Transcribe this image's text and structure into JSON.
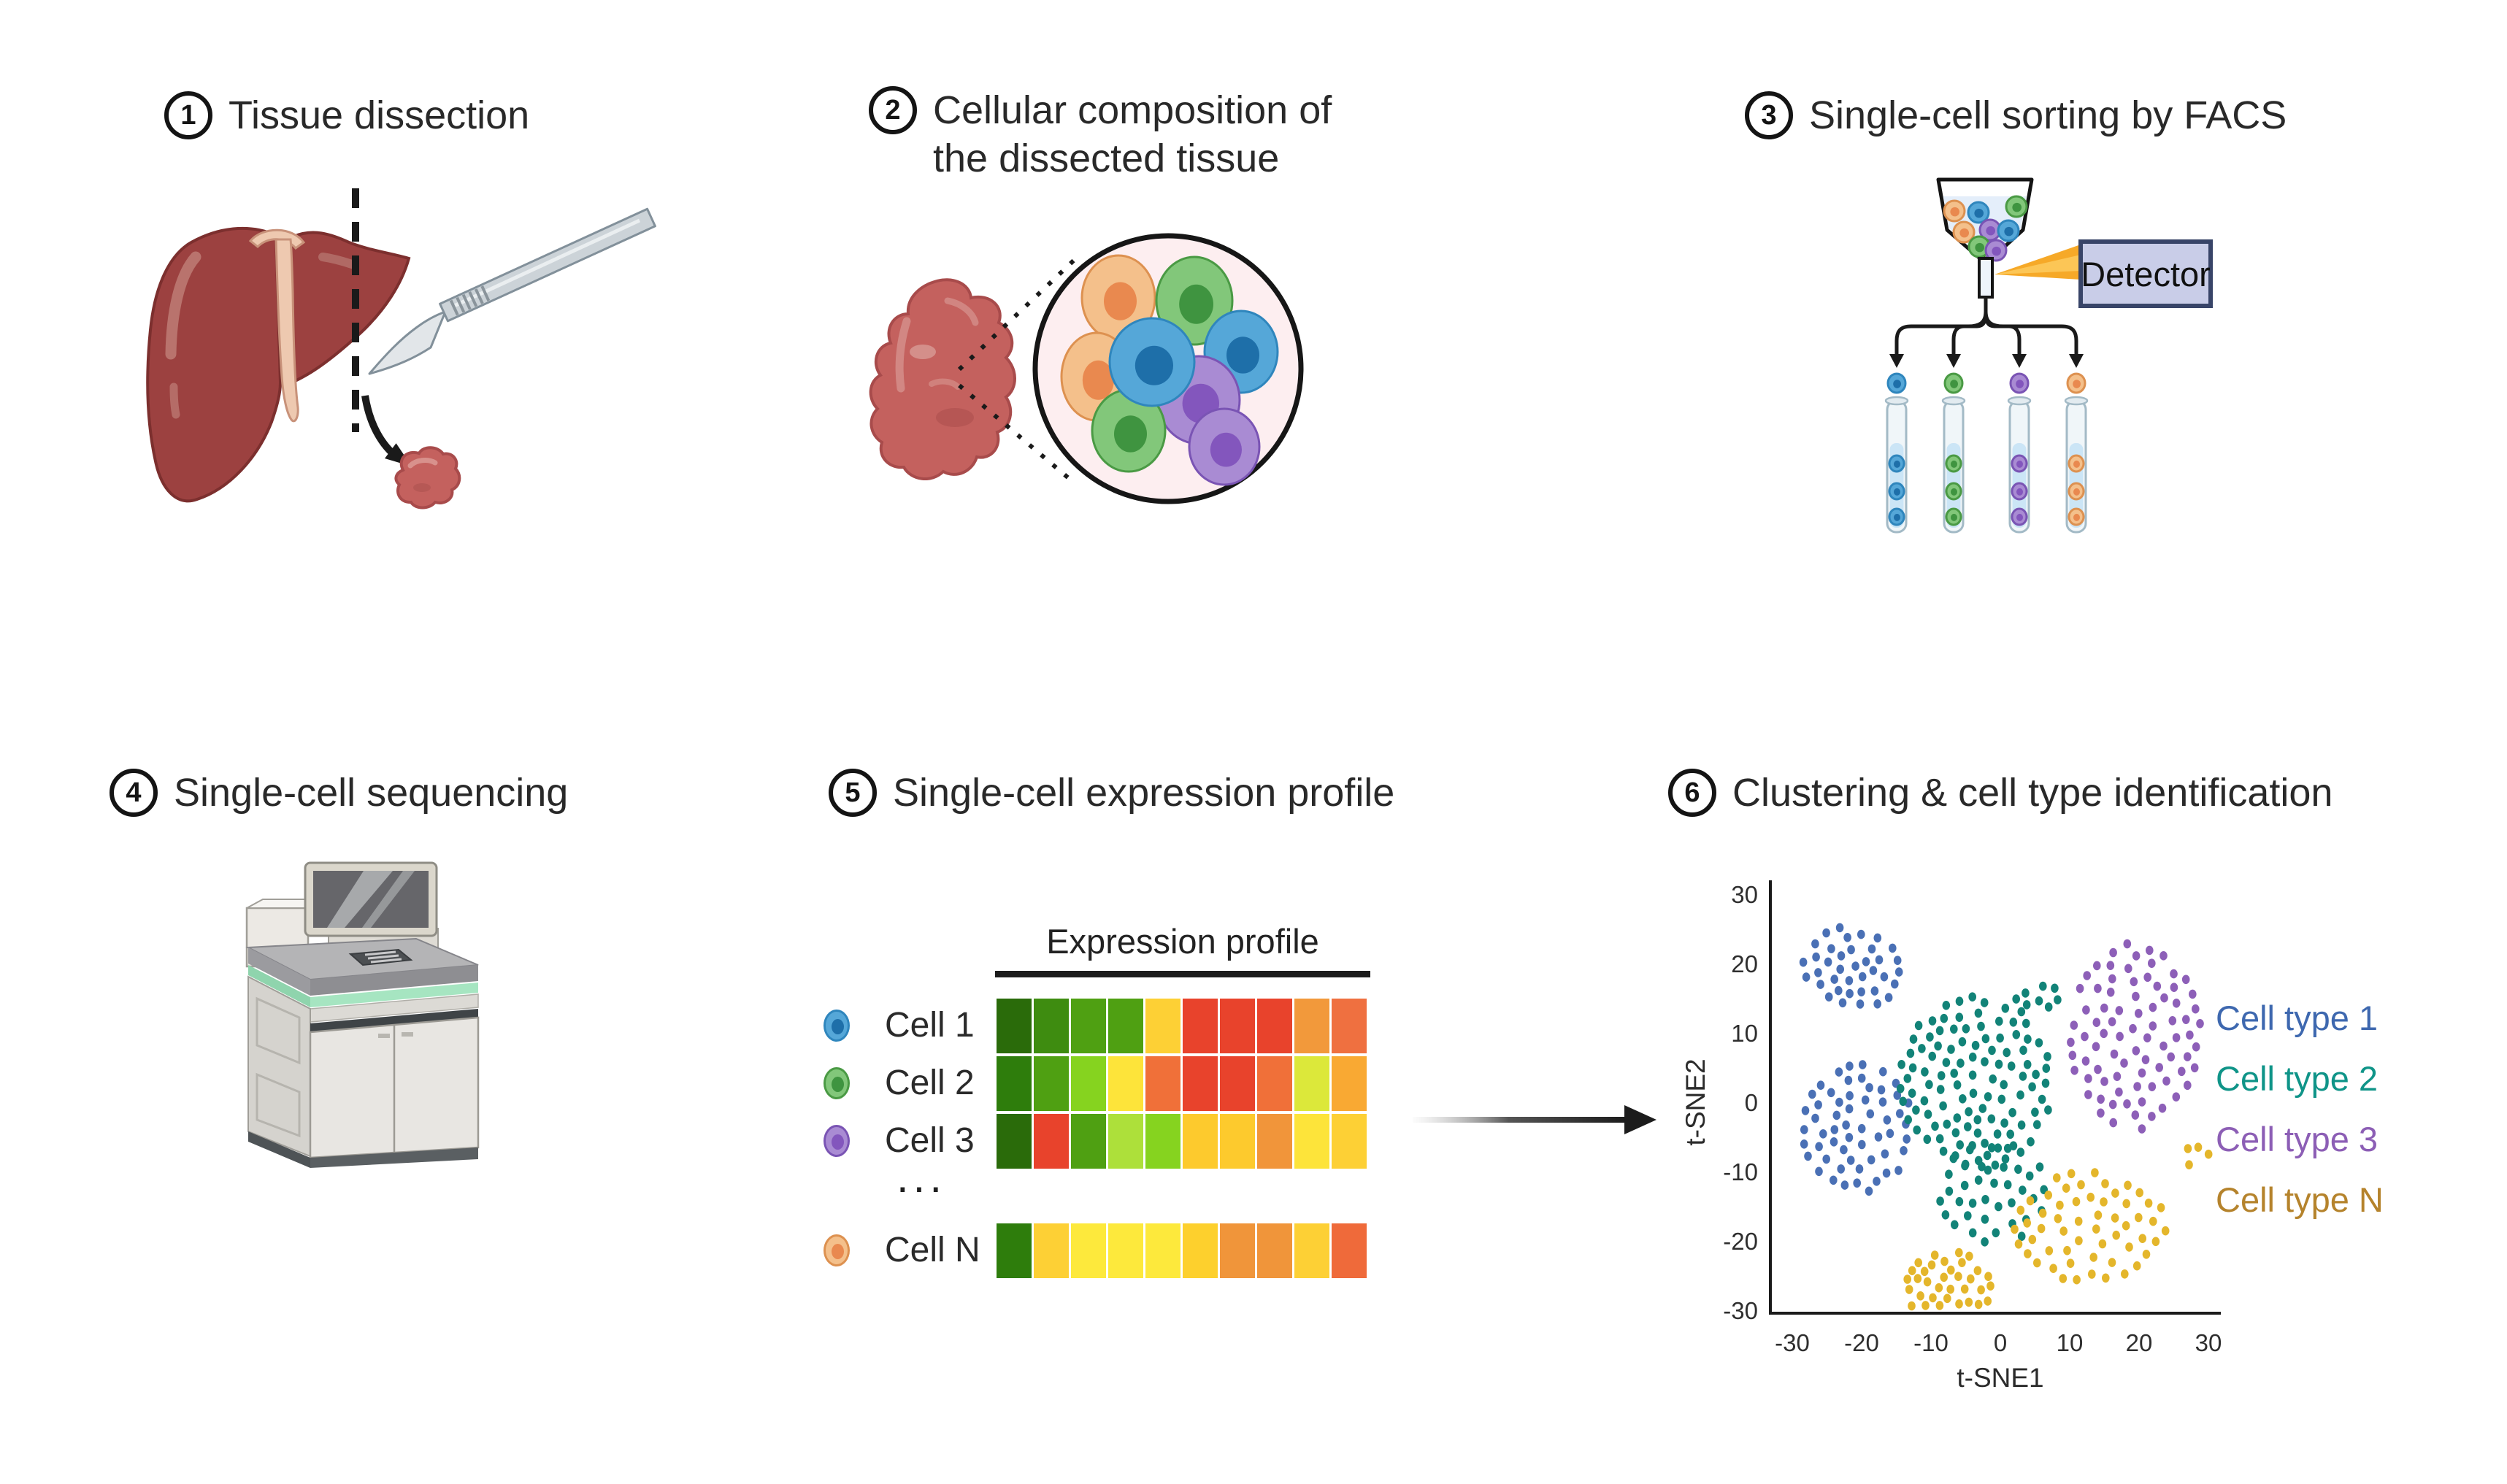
{
  "steps": [
    {
      "number": "1",
      "title_lines": [
        "Tissue dissection"
      ]
    },
    {
      "number": "2",
      "title_lines": [
        "Cellular composition of",
        "the dissected tissue"
      ]
    },
    {
      "number": "3",
      "title_lines": [
        "Single-cell sorting by FACS"
      ]
    },
    {
      "number": "4",
      "title_lines": [
        "Single-cell sequencing"
      ]
    },
    {
      "number": "5",
      "title_lines": [
        "Single-cell expression profile"
      ]
    },
    {
      "number": "6",
      "title_lines": [
        "Clustering & cell type identification"
      ]
    }
  ],
  "cell_palette": {
    "blue": {
      "body": "#55a7d8",
      "border": "#2f86bd",
      "nucleus": "#1e6fa9"
    },
    "green": {
      "body": "#82c77a",
      "border": "#4a9a44",
      "nucleus": "#3f9440"
    },
    "purple": {
      "body": "#a98bd3",
      "border": "#7a54b4",
      "nucleus": "#8356bd"
    },
    "orange": {
      "body": "#f4c08b",
      "border": "#dd9150",
      "nucleus": "#e9894f"
    }
  },
  "facs": {
    "detector_label": "Detector",
    "detector_fill": "#c9cde8",
    "detector_border": "#384468",
    "beam_color": "#f6a928",
    "tube_order": [
      "blue",
      "green",
      "purple",
      "orange"
    ]
  },
  "expression_profile": {
    "title": "Expression profile",
    "ellipsis": "...",
    "rows": [
      {
        "label": "Cell 1",
        "icon": "blue",
        "values": [
          "#2a6b0a",
          "#3e8c10",
          "#4fa012",
          "#4fa012",
          "#fdd035",
          "#e8432c",
          "#e8432c",
          "#e8432c",
          "#f2993b",
          "#ef7040"
        ]
      },
      {
        "label": "Cell 2",
        "icon": "green",
        "values": [
          "#2e7d0c",
          "#4fa012",
          "#86d31f",
          "#fde43a",
          "#f07039",
          "#e8432c",
          "#e8432c",
          "#f07039",
          "#dce83a",
          "#f9a933"
        ]
      },
      {
        "label": "Cell 3",
        "icon": "purple",
        "values": [
          "#2a6b0a",
          "#e8432c",
          "#4fa012",
          "#ade03a",
          "#86d31f",
          "#fdca2d",
          "#fdca2d",
          "#f1953a",
          "#fde43a",
          "#fdd035"
        ]
      },
      {
        "label": "Cell N",
        "icon": "orange",
        "gap_before": true,
        "values": [
          "#2e7d0c",
          "#fdd035",
          "#fde93c",
          "#fde93c",
          "#fde93c",
          "#fdd02d",
          "#f0953a",
          "#f0953a",
          "#fdd035",
          "#ef6a3a"
        ]
      }
    ]
  },
  "chart_data": {
    "type": "scatter",
    "title": "",
    "xlabel": "t-SNE1",
    "ylabel": "t-SNE2",
    "xlim": [
      -30,
      30
    ],
    "ylim": [
      -30,
      30
    ],
    "xticks": [
      -30,
      -20,
      -10,
      0,
      10,
      20,
      30
    ],
    "yticks": [
      -30,
      -20,
      -10,
      0,
      10,
      20,
      30
    ],
    "grid": false,
    "legend_position": "right",
    "legend": [
      {
        "label": "Cell type 1",
        "color": "#3e68af"
      },
      {
        "label": "Cell type 2",
        "color": "#0f9488"
      },
      {
        "label": "Cell type 3",
        "color": "#8c5eb5"
      },
      {
        "label": "Cell type N",
        "color": "#b5832c"
      }
    ],
    "clusters": [
      {
        "name": "cell-type-1-cluster-a",
        "color": "#4a70b5",
        "cx": -21,
        "cy": 19.5,
        "rx": 7.5,
        "ry": 6,
        "n": 38,
        "seed": 11
      },
      {
        "name": "cell-type-1-cluster-b",
        "color": "#4a70b5",
        "cx": -20.5,
        "cy": -4,
        "rx": 8,
        "ry": 9.5,
        "n": 58,
        "seed": 22
      },
      {
        "name": "cell-type-2-cluster-main",
        "color": "#128378",
        "cx": -3.5,
        "cy": 3,
        "rx": 11,
        "ry": 12.5,
        "n": 108,
        "seed": 33
      },
      {
        "name": "cell-type-2-cluster-lower",
        "color": "#128378",
        "cx": -1,
        "cy": -13,
        "rx": 8,
        "ry": 7.5,
        "n": 38,
        "seed": 44
      },
      {
        "name": "cell-type-2-satellite",
        "color": "#128378",
        "cx": 5.5,
        "cy": 15,
        "rx": 3.5,
        "ry": 2.5,
        "n": 8,
        "seed": 49
      },
      {
        "name": "cell-type-3-cluster",
        "color": "#8d5fb8",
        "cx": 19.5,
        "cy": 9.5,
        "rx": 9.5,
        "ry": 13.5,
        "n": 82,
        "seed": 55
      },
      {
        "name": "cell-type-n-cluster-a",
        "color": "#e4b62b",
        "cx": -7.5,
        "cy": -27,
        "rx": 6.2,
        "ry": 5.5,
        "n": 40,
        "seed": 66
      },
      {
        "name": "cell-type-n-cluster-b",
        "color": "#e4b62b",
        "cx": 13,
        "cy": -18,
        "rx": 11,
        "ry": 8,
        "n": 56,
        "seed": 77
      },
      {
        "name": "cell-type-n-satellite",
        "color": "#e4b62b",
        "cx": 28,
        "cy": -7.5,
        "rx": 2.2,
        "ry": 1.8,
        "n": 4,
        "seed": 88
      }
    ],
    "point_rx": 5.3,
    "point_ry": 6.3
  }
}
